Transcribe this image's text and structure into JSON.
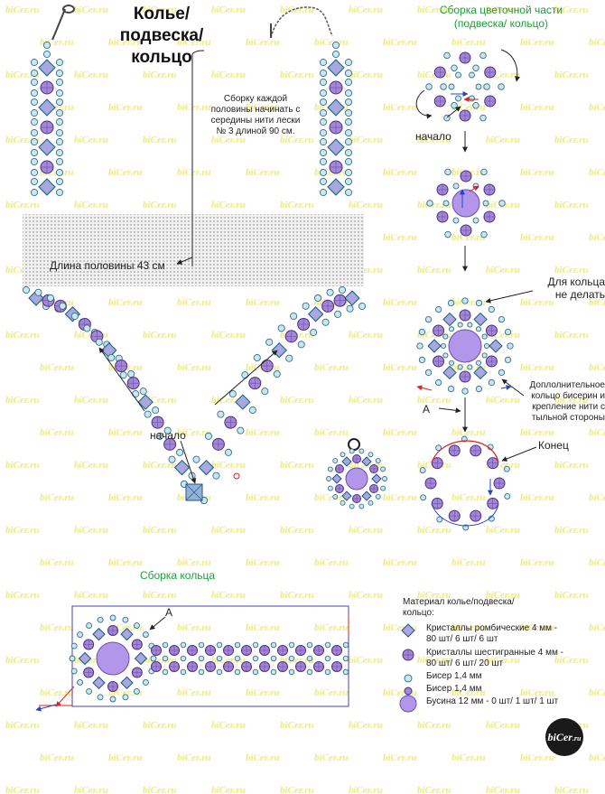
{
  "title": "Колье/\nподвеска/\nкольцо",
  "flower_assembly": {
    "title_line1": "Сборка цветочной части",
    "title_line2": "(подвеска/ кольцо)",
    "start": "начало",
    "no_ring": "Для кольца\nне делать",
    "extra_ring": "Доплолнительное\nкольцо бисерин и\nкрепление нити с\nтыльной стороны",
    "point_a": "А",
    "end": "Конец"
  },
  "necklace": {
    "assembly_note": "Сборку каждой\nполовины начинать с\nсередины нити лески\n№ 3 длиной 90 см.",
    "half_length": "Длина половины 43 см",
    "start": "начало"
  },
  "ring_assembly": {
    "title": "Сборка кольца",
    "point_a": "А"
  },
  "materials": {
    "title": "Материал колье/подвеска/\nкольцо:",
    "items": [
      {
        "icon": "rhombic-crystal-icon",
        "label": "Кристаллы ромбические 4 мм -\n80 шт/ 6 шт/ 6 шт"
      },
      {
        "icon": "hex-crystal-icon",
        "label": "Кристаллы шестигранные 4 мм -\n80 шт/ 6 шт/ 20 шт"
      },
      {
        "icon": "seed-bead-blue-icon",
        "label": "Бисер 1,4 мм"
      },
      {
        "icon": "seed-bead-purple-icon",
        "label": "Бисер 1,4 мм"
      },
      {
        "icon": "big-bead-icon",
        "label": "Бусина 12 мм - 0 шт/ 1 шт/ 1 шт"
      }
    ]
  },
  "watermark": "biCer.ru",
  "logo": {
    "main": "biCer",
    "suffix": ".ru"
  },
  "colors": {
    "green": "#1f9e3a",
    "crystal": "#8fb4d8",
    "purple": "#a486d6",
    "seed": "#c5e8f2",
    "watermark": "#f2ee66",
    "blue_arrow": "#2244cc",
    "red_arrow": "#dd2222",
    "chain": "#555555"
  }
}
